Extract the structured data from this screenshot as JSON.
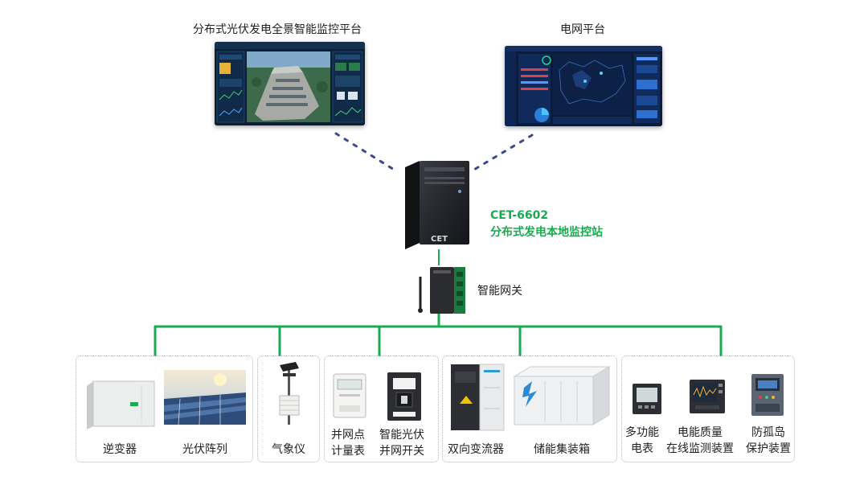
{
  "top": {
    "monitor_platform": "分布式光伏发电全景智能监控平台",
    "grid_platform": "电网平台"
  },
  "station": {
    "model": "CET-6602",
    "name": "分布式发电本地监控站",
    "case_logo": "CET"
  },
  "gateway": {
    "label": "智能网关"
  },
  "devices": {
    "inverter": "逆变器",
    "pv_array": "光伏阵列",
    "weather": "气象仪",
    "meter_line1": "并网点",
    "meter_line2": "计量表",
    "switch_line1": "智能光伏",
    "switch_line2": "并网开关",
    "converter": "双向变流器",
    "storage": "储能集装箱",
    "multi_line1": "多功能",
    "multi_line2": "电表",
    "pq_line1": "电能质量",
    "pq_line2": "在线监测装置",
    "anti_line1": "防孤岛",
    "anti_line2": "保护装置"
  },
  "colors": {
    "accent": "#1aaa52",
    "bus_line": "#1aaa52",
    "link_dots": "#3b4a8a"
  }
}
